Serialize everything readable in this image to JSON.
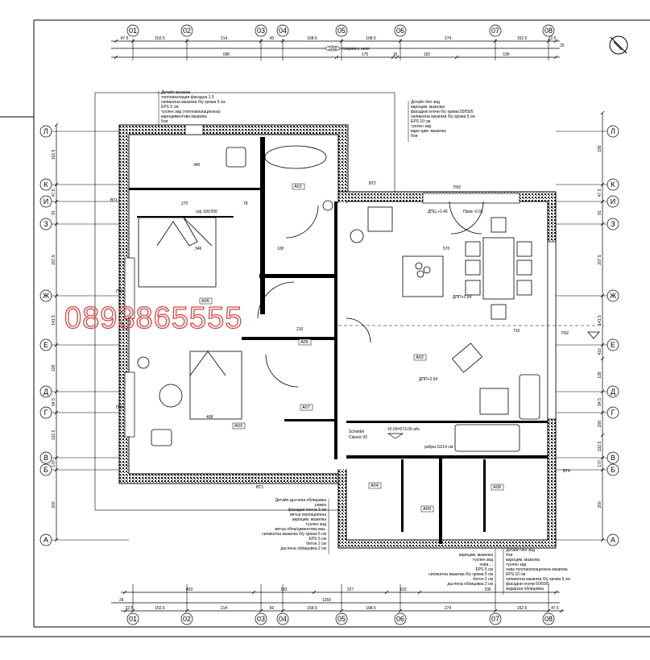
{
  "axes": {
    "columns": [
      "01",
      "02",
      "03",
      "04",
      "05",
      "06",
      "07",
      "08"
    ],
    "rows": [
      "Л",
      "К",
      "И",
      "З",
      "Ж",
      "Е",
      "Д",
      "Г",
      "В",
      "Б",
      "А"
    ]
  },
  "dimensions": {
    "top_row1": [
      "47.5",
      "152.5",
      "214",
      "60",
      "168.5",
      "168.5",
      "274",
      "152.5",
      "22.5"
    ],
    "top_row2_total": "1260",
    "top_row2_note": "покривен ниво",
    "top_row3": [
      "690",
      "175",
      "16",
      "182",
      "195"
    ],
    "top_right": "25",
    "bottom_row1": [
      "403",
      "192",
      "227",
      "102",
      "336"
    ],
    "bottom_row2": [
      "26",
      "1260"
    ],
    "bottom_row3": [
      "22.5",
      "152.5",
      "214",
      "60",
      "168.5",
      "168.5",
      "274",
      "152.5",
      "47.5"
    ],
    "left": [
      "102.5",
      "47.5",
      "91",
      "207.5",
      "141.5",
      "128",
      "94.5",
      "132.5",
      "170",
      "200"
    ],
    "right": [
      "195",
      "47.5",
      "91",
      "207.5",
      "141.5",
      "410",
      "128",
      "94.5",
      "200",
      "132.5",
      "170",
      "200"
    ]
  },
  "rooms": [
    "A01",
    "A06",
    "A05",
    "A03",
    "A02",
    "A07",
    "A04",
    "A09",
    "A08"
  ],
  "annotations": {
    "chimney_brand": "Schiedel",
    "chimney_model": "Classic 20",
    "level": "±0.00=573.00 абс.",
    "slab_note": "рабра 10/14 см",
    "beam_top": "ДПЦ +2.46",
    "floor_mark": "Пров -0.03",
    "beam_mid": "ДПП+2.94",
    "beam_low": "ДПП+2.94",
    "closet": "скр 100/200",
    "window_p1": "ПМ",
    "window_p2": "ПМ",
    "window_p3": "П02",
    "window_p4": "П02",
    "dim_346a": "346",
    "dim_346b": "346",
    "dim_270": "270",
    "dim_78": "78",
    "dim_210": "210",
    "dim_570": "570",
    "dim_710": "710",
    "dim_408": "408",
    "dim_100": "100",
    "bt1": "ВТ1",
    "bt2": "ВТ2",
    "bt3": "ВТ3",
    "bt4": "ВТ4"
  },
  "legends": {
    "top_left_title": "Детайл външна",
    "top_left": [
      "топлоизолация фасадна 1.5",
      "силикатна мазилка б/у хрома 5 см",
      "EPS 5 см",
      "тухлен зид (топлоизолационна)",
      "вароциментова мазилка",
      "бои"
    ],
    "top_right_title": "Детайл бял зид",
    "top_right": [
      "вароцим. мазилка",
      "фасадни плочи б/у хрома 50/50/5",
      "силикатна мазилка б/у хрома 5 см",
      "EPS 10 см",
      "тухлен зид",
      "варо-цим. мазилка",
      "бои"
    ],
    "bottom_center_title": "Детайл дъсчена облицовка",
    "bottom_center": [
      "рамка",
      "фасадни плочи 3 см",
      "вятър изолационна",
      "вароцим. мазилка",
      "тухлен зид",
      "вятър обла/циментова маз.",
      "силикатна мазилка б/у хрома 5 см",
      "EPS 5 см",
      "бетон 2 см",
      "дъсчена облицовка 2 см"
    ],
    "bottom_mid": [
      "вароцим. мазилка",
      "тухлен зид",
      "нова ...",
      "EPS 5 см",
      "силикатна мазилка б/у хрома 5 см",
      "бетон 2 см",
      "дъсчена облицовка 2 см"
    ],
    "bottom_right_title": "Детайл бял зид",
    "bottom_right": [
      "бои",
      "вароцим. мазилка",
      "тухлен зид",
      "нова топлоизолационна мазилка",
      "EPS 10 см",
      "силикатна мазилка б/у хрома 5 см",
      "фасадни плочи 50/50/5",
      "зидарска облицовка"
    ]
  },
  "watermark": "0893865555",
  "colors": {
    "watermark": "#d04848",
    "lines": "#000000"
  },
  "icons": [
    "north-arrow-icon",
    "section-marker-icon"
  ]
}
